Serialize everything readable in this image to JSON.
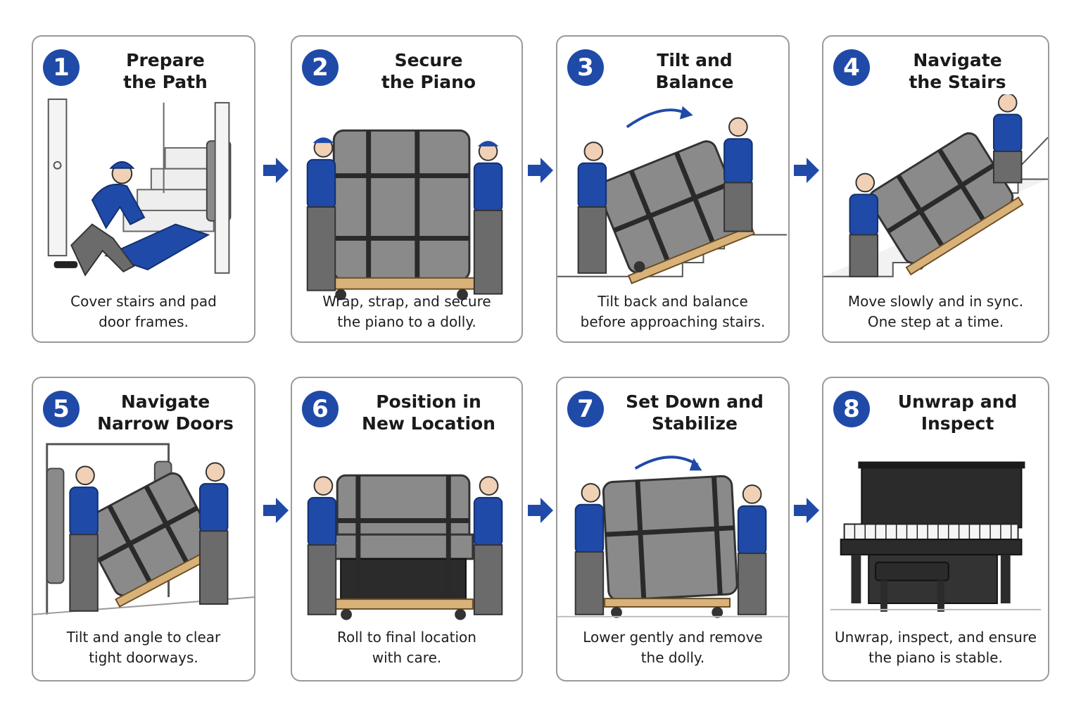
{
  "colors": {
    "accent": "#1f4aa8",
    "uniform": "#1f4aa8",
    "pants": "#6b6b6b",
    "blanket": "#8a8a8a",
    "strap": "#2a2a2a",
    "dolly": "#d9b27a",
    "piano": "#2b2b2b"
  },
  "steps": [
    {
      "number": "1",
      "title": "Prepare\nthe Path",
      "caption": "Cover stairs and pad\ndoor frames.",
      "icon": "person-covering-stairs-icon"
    },
    {
      "number": "2",
      "title": "Secure\nthe Piano",
      "caption": "Wrap, strap, and secure\nthe piano to a dolly.",
      "icon": "piano-on-dolly-icon"
    },
    {
      "number": "3",
      "title": "Tilt and\nBalance",
      "caption": "Tilt back and balance\nbefore approaching stairs.",
      "icon": "tilt-piano-icon"
    },
    {
      "number": "4",
      "title": "Navigate\nthe Stairs",
      "caption": "Move slowly and in sync.\nOne step at a time.",
      "icon": "piano-on-stairs-icon"
    },
    {
      "number": "5",
      "title": "Navigate\nNarrow Doors",
      "caption": "Tilt and angle to clear\ntight doorways.",
      "icon": "piano-through-door-icon"
    },
    {
      "number": "6",
      "title": "Position in\nNew Location",
      "caption": "Roll to final location\nwith care.",
      "icon": "roll-piano-icon"
    },
    {
      "number": "7",
      "title": "Set Down and\nStabilize",
      "caption": "Lower gently and remove\nthe dolly.",
      "icon": "lower-piano-icon"
    },
    {
      "number": "8",
      "title": "Unwrap and\nInspect",
      "caption": "Unwrap, inspect, and ensure\nthe piano is stable.",
      "icon": "upright-piano-icon"
    }
  ]
}
